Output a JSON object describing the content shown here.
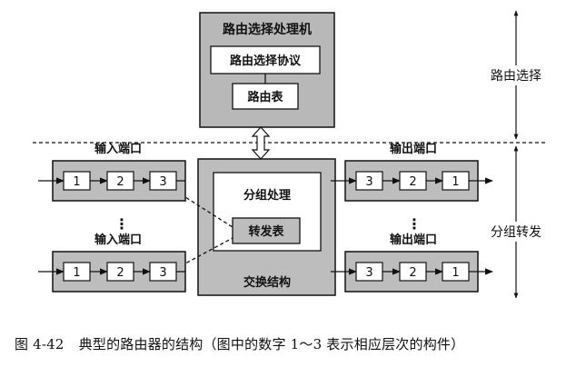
{
  "routing_processor": {
    "title": "路由选择处理机",
    "protocol_label": "路由选择协议",
    "table_label": "路由表"
  },
  "switch_fabric": {
    "label": "交换结构",
    "packet_processing_label": "分组处理",
    "forwarding_table_label": "转发表"
  },
  "input_ports": [
    {
      "label": "输入端口",
      "slots": [
        "1",
        "2",
        "3"
      ]
    },
    {
      "label": "输入端口",
      "slots": [
        "1",
        "2",
        "3"
      ]
    }
  ],
  "output_ports": [
    {
      "label": "输出端口",
      "slots": [
        "3",
        "2",
        "1"
      ]
    },
    {
      "label": "输出端口",
      "slots": [
        "3",
        "2",
        "1"
      ]
    }
  ],
  "ellipsis": "⋮",
  "side_labels": {
    "routing": "路由选择",
    "forwarding": "分组转发"
  },
  "caption": {
    "figure_number": "图 4-42",
    "text": "典型的路由器的结构（图中的数字 1～3 表示相应层次的构件）"
  },
  "colors": {
    "port_fill": "#bdbdbd",
    "processor_fill": "#b8b8b8",
    "fabric_fill": "#bdbdbd",
    "slot_fill": "#ffffff",
    "line": "#111111"
  }
}
